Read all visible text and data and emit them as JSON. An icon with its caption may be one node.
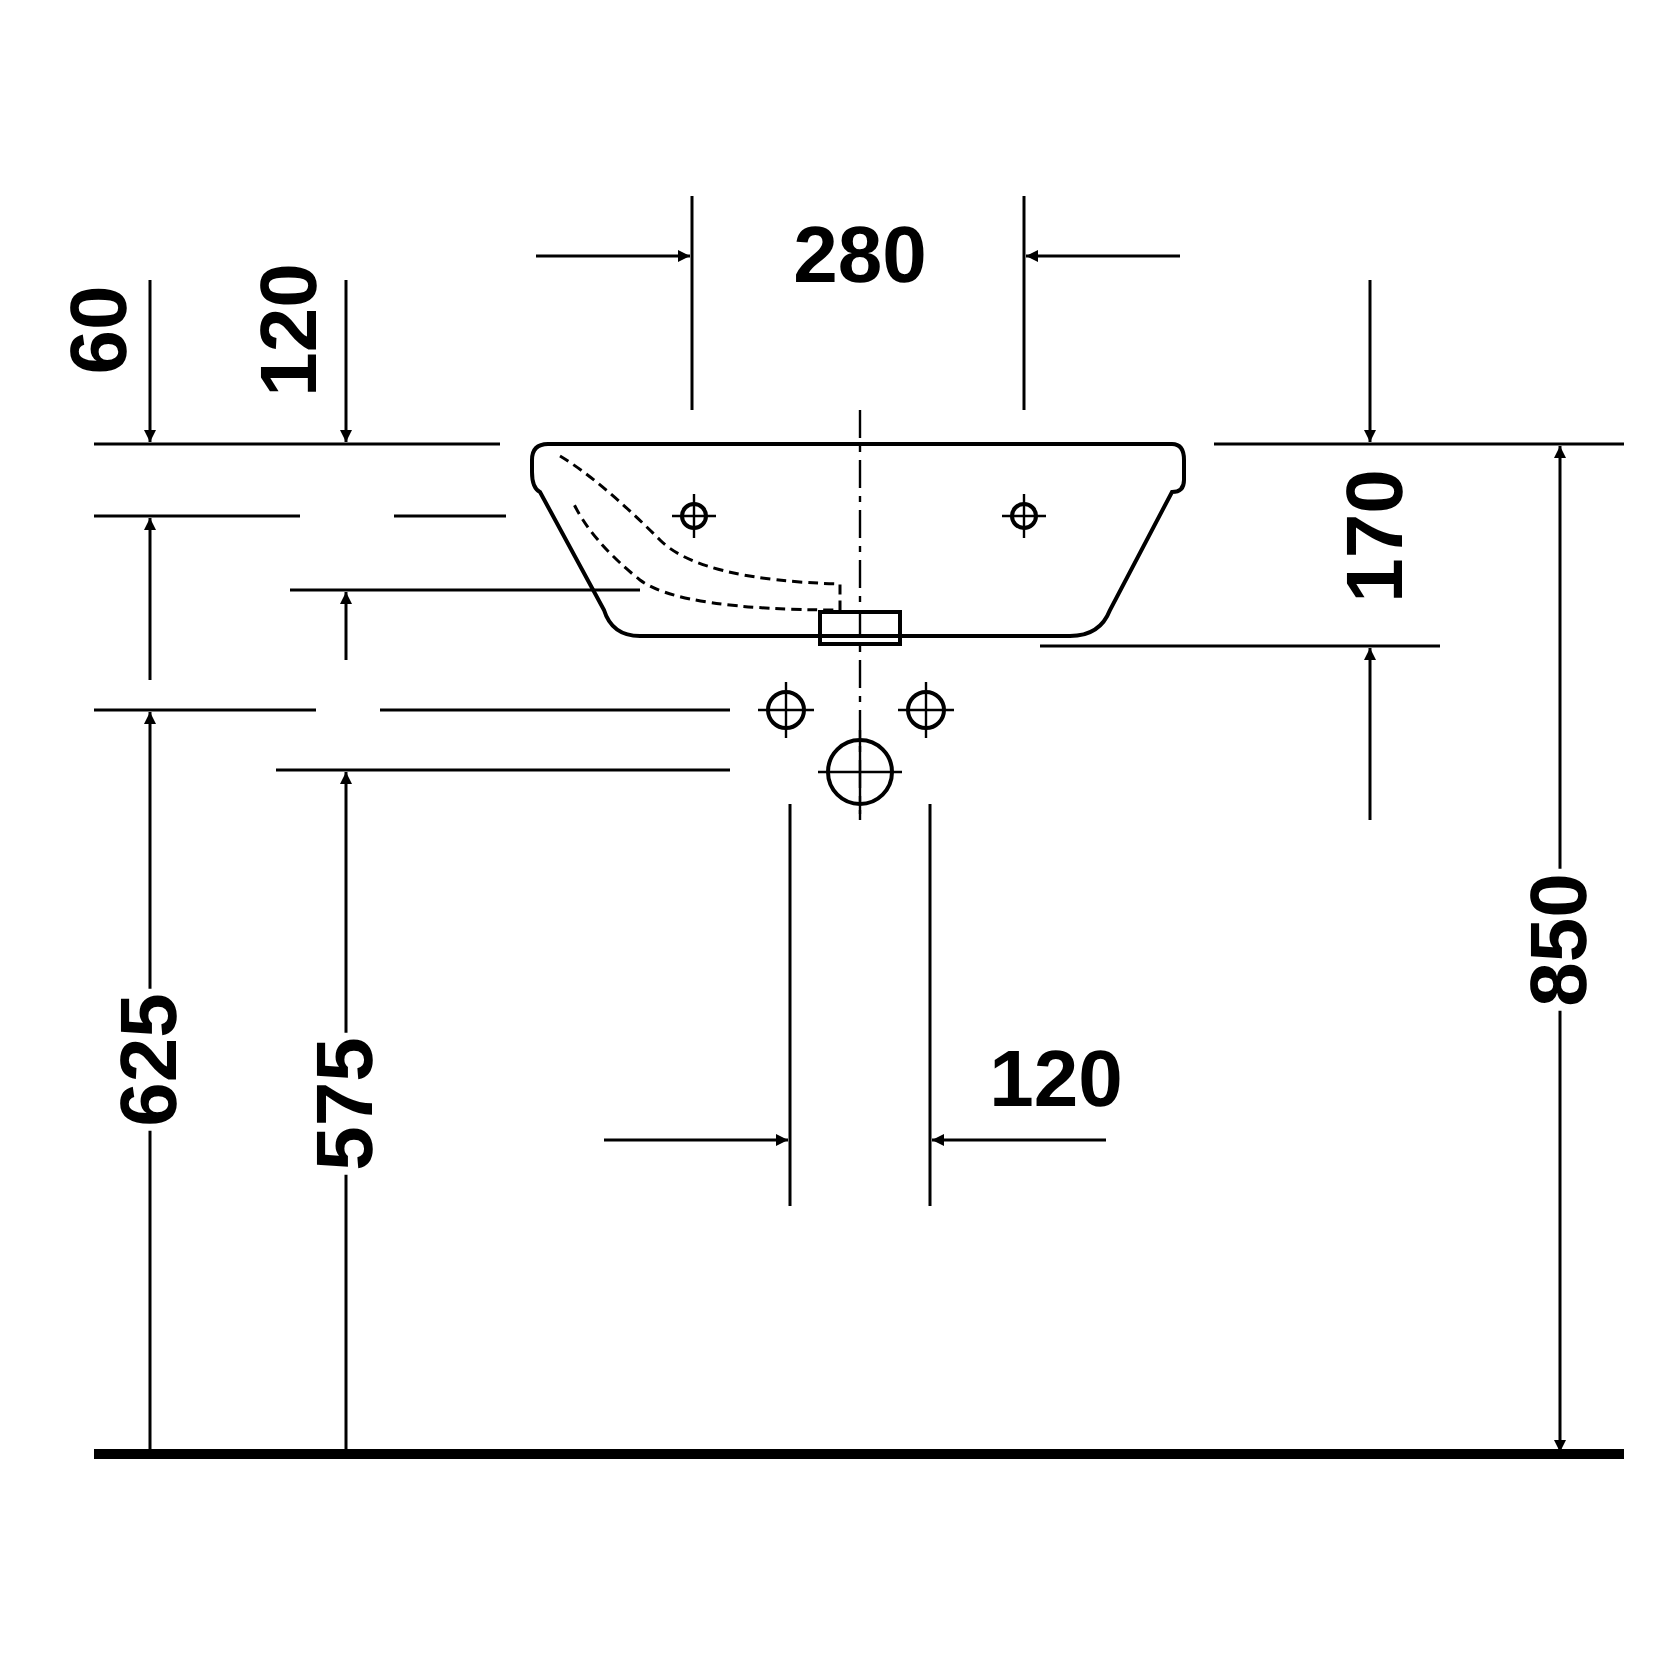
{
  "diagram": {
    "labels": [
      "280",
      "60",
      "120",
      "170",
      "625",
      "575",
      "850",
      "120"
    ]
  }
}
